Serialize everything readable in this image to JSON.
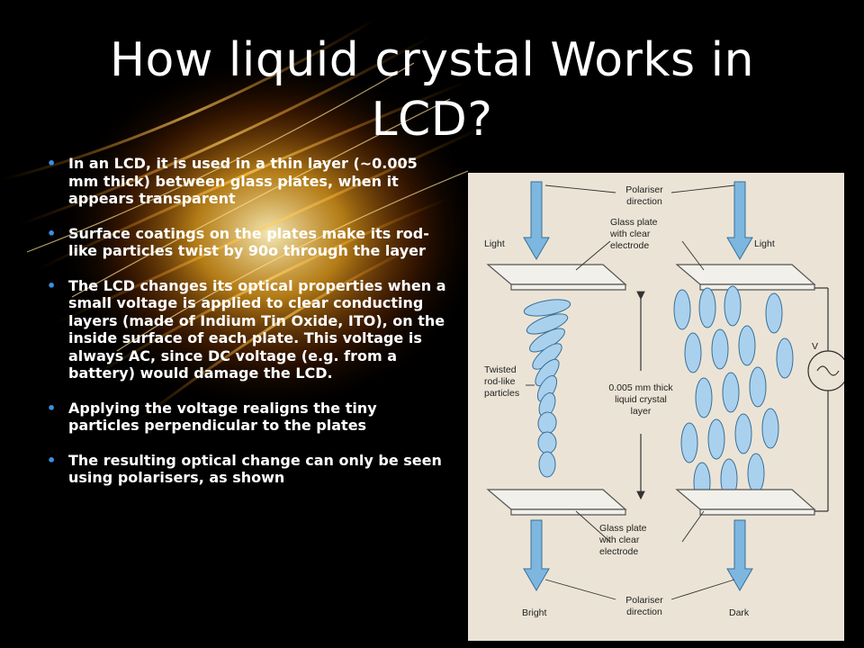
{
  "slide": {
    "title": "How liquid crystal Works in LCD?",
    "bullets": [
      "In an LCD, it is used in a thin layer (~0.005 mm thick) between glass plates, when it appears transparent",
      "Surface coatings on the plates make its rod-like particles twist by 90o through the layer",
      "The LCD changes its optical properties when a small voltage is applied to clear conducting layers (made of Indium Tin Oxide, ITO), on the inside surface of each plate.  This voltage is always AC, since DC voltage (e.g. from a battery) would damage the LCD.",
      "Applying the voltage realigns the tiny particles perpendicular  to the plates",
      "The resulting optical change can only be seen using polarisers, as shown"
    ]
  },
  "diagram": {
    "polariser_top_1": "Polariser",
    "polariser_top_2": "direction",
    "light_left": "Light",
    "light_right": "Light",
    "glass_top_1": "Glass plate",
    "glass_top_2": "with clear",
    "glass_top_3": "electrode",
    "twisted_1": "Twisted",
    "twisted_2": "rod-like",
    "twisted_3": "particles",
    "layer_1": "0.005 mm thick",
    "layer_2": "liquid crystal",
    "layer_3": "layer",
    "voltage_symbol": "V",
    "glass_bottom_1": "Glass plate",
    "glass_bottom_2": "with clear",
    "glass_bottom_3": "electrode",
    "polariser_bottom_1": "Polariser",
    "polariser_bottom_2": "direction",
    "bright": "Bright",
    "dark": "Dark"
  },
  "colors": {
    "bullet_dot": "#3b8fe0",
    "arrow_fill": "#7db7e0",
    "particle_fill": "#a9d1ee",
    "diagram_bg": "#ebe4d6"
  }
}
